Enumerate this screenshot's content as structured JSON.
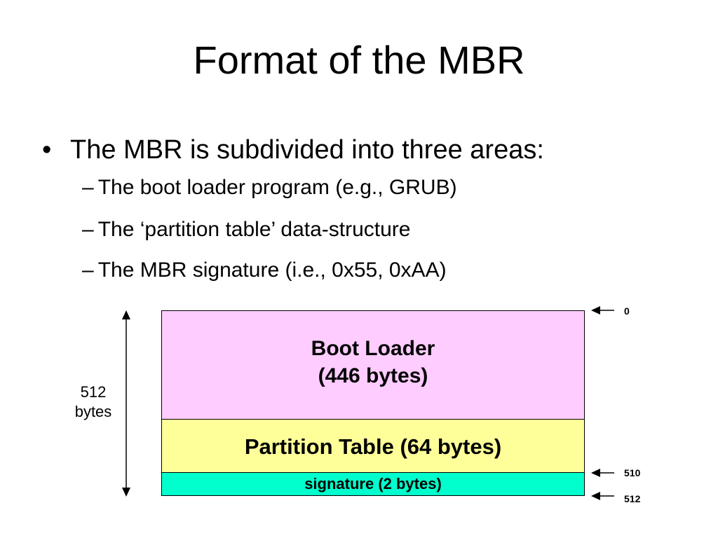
{
  "slide": {
    "title": "Format of the MBR",
    "bullet": {
      "symbol": "•",
      "text": "The MBR is subdivided into three areas:"
    },
    "sub_bullets": [
      "The boot loader program (e.g., GRUB)",
      "The ‘partition table’ data-structure",
      "The MBR signature (i.e., 0x55, 0xAA)"
    ],
    "sub_bullet_symbol": "–"
  },
  "diagram": {
    "size_label_line1": "512",
    "size_label_line2": "bytes",
    "boot_loader_line1": "Boot Loader",
    "boot_loader_line2": "(446 bytes)",
    "partition_table": "Partition Table (64 bytes)",
    "signature": "signature (2 bytes)",
    "offsets": [
      "0",
      "510",
      "512"
    ],
    "colors": {
      "boot_loader": "#ffccff",
      "partition_table": "#ffff99",
      "signature": "#00ffcc"
    }
  }
}
